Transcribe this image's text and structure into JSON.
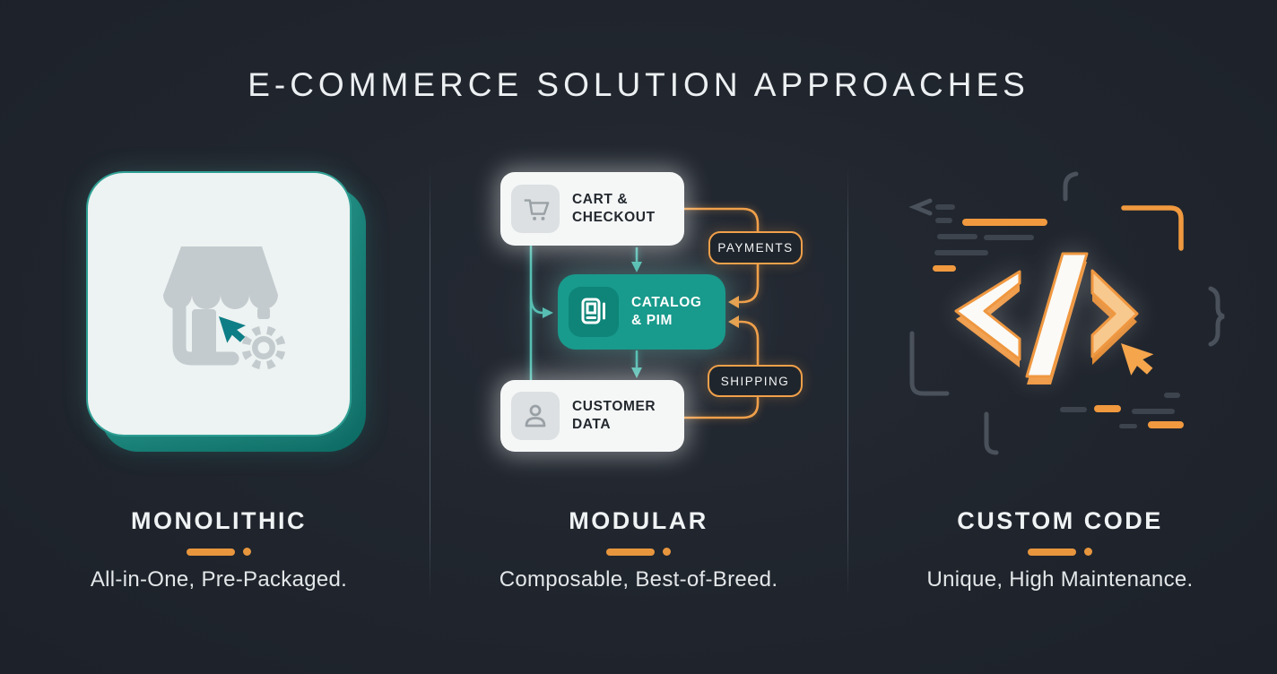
{
  "title": "E-COMMERCE SOLUTION APPROACHES",
  "palette": {
    "background": "#20252d",
    "teal": "#189a8c",
    "teal_dark": "#0e8578",
    "teal_light": "#5fc4b8",
    "orange": "#f0a04a",
    "orange_underline": "#e8963e",
    "card_white": "#f5f7f7",
    "text_light": "#eef1f2",
    "text_dark": "#23282e",
    "icon_gray": "#c4cbce",
    "code_gray": "#4a515a"
  },
  "columns": [
    {
      "id": "monolithic",
      "heading": "MONOLITHIC",
      "subtitle": "All-in-One, Pre-Packaged.",
      "illustration": "storefront-cursor-gear-icon"
    },
    {
      "id": "modular",
      "heading": "MODULAR",
      "subtitle": "Composable, Best-of-Breed.",
      "modules": [
        {
          "label": "CART & CHECKOUT",
          "icon": "shopping-cart-icon",
          "style": "light"
        },
        {
          "label": "CATALOG & PIM",
          "icon": "catalog-book-icon",
          "style": "teal"
        },
        {
          "label": "CUSTOMER DATA",
          "icon": "person-icon",
          "style": "light"
        }
      ],
      "badges": [
        {
          "label": "PAYMENTS"
        },
        {
          "label": "SHIPPING"
        }
      ]
    },
    {
      "id": "custom-code",
      "heading": "CUSTOM CODE",
      "subtitle": "Unique, High Maintenance.",
      "illustration": "code-brackets-cursor-icon"
    }
  ]
}
